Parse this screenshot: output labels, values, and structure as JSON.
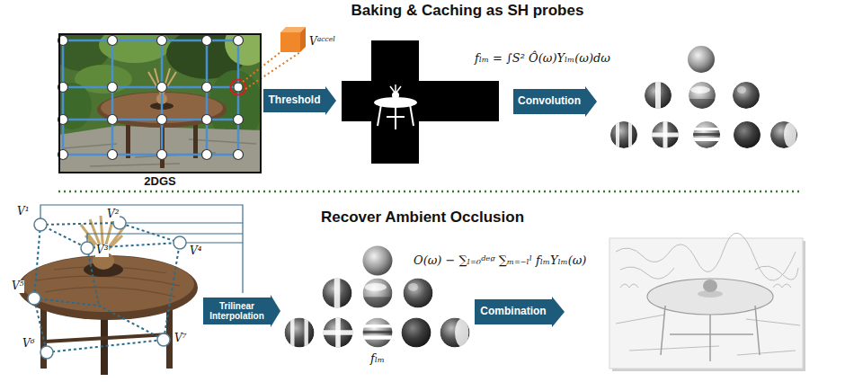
{
  "diagram": {
    "nodes": [
      {
        "text": [
          "2DGS"
        ]
      },
      {
        "text": [
          "Threshold"
        ]
      },
      {
        "text": [
          "Convolution"
        ]
      },
      {
        "text": [
          "Trilinear Interpolation"
        ]
      },
      {
        "text": [
          "Combination"
        ]
      }
    ],
    "labels": [
      "Baking & Caching as SH probes",
      "Vᵃᶜᶜᵉˡ",
      "fₗₘ = ∫S² Ô(ω)Yₗₘ(ω)dω",
      "Recover Ambient Occlusion",
      "V¹",
      "V²",
      "V³",
      "V⁴",
      "V⁵",
      "V⁶",
      "V⁷",
      "O(ω) − ∑ₗ₌₀ᵈᵉᵍ ∑ₘ₌₋ₗˡ fₗₘYₗₘ(ω)",
      "fₗₘ"
    ]
  }
}
